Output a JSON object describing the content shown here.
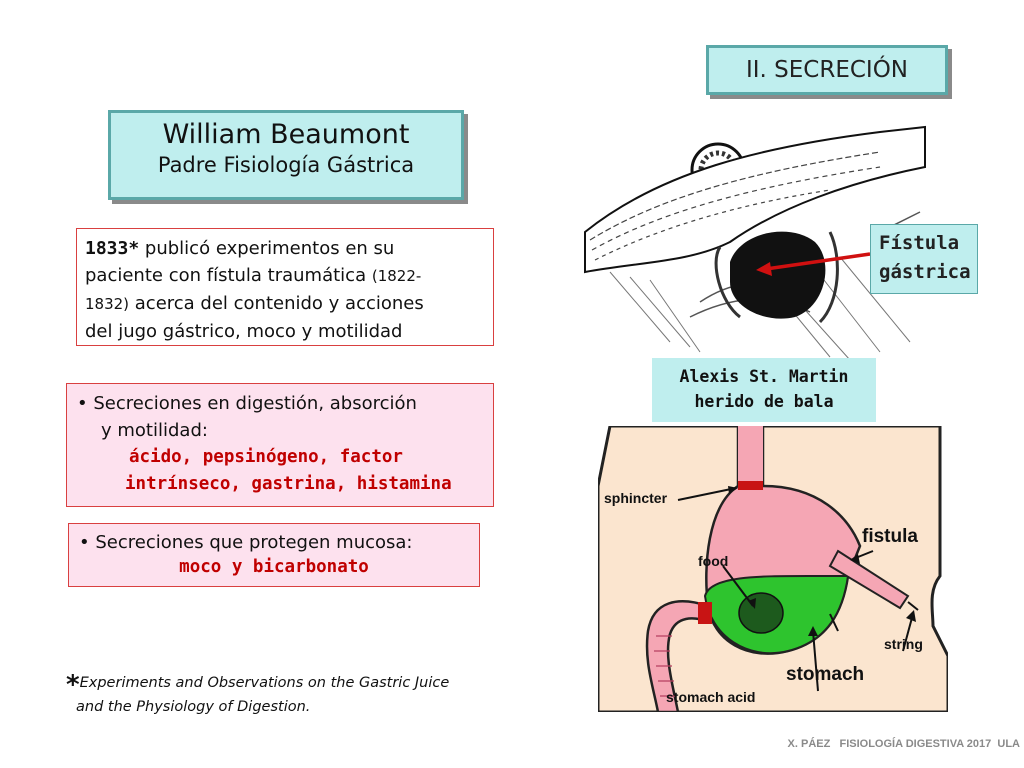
{
  "section_tag": "II. SECRECIÓN",
  "title": {
    "name": "William Beaumont",
    "subtitle": "Padre Fisiología Gástrica"
  },
  "history": {
    "year": "1833*",
    "text_1": "publicó experimentos en su",
    "text_2": "paciente con fístula traumática",
    "years_a": "(1822-",
    "years_b": "1832)",
    "text_3": "acerca del contenido y acciones",
    "text_4": "del jugo gástrico, moco y motilidad"
  },
  "digestive_secretions": {
    "bullet": "•",
    "line_1": "Secreciones en digestión,  absorción",
    "line_2": "y motilidad:",
    "red_1": "ácido, pepsinógeno, factor",
    "red_2": "intrínseco, gastrina, histamina"
  },
  "protective_secretions": {
    "bullet": "•",
    "line_1": "Secreciones que protegen mucosa:",
    "red_1": "moco y bicarbonato"
  },
  "footnote": {
    "star": "*",
    "line_1": "Experiments and Observations on the Gastric Juice",
    "line_2": "and the Physiology of Digestion."
  },
  "fistula_label": {
    "line_1": "Fístula",
    "line_2": "gástrica"
  },
  "patient_caption": {
    "line_1": "Alexis St. Martin",
    "line_2": "herido de bala"
  },
  "diagram_labels": {
    "sphincter": "sphincter",
    "food": "food",
    "fistula": "fistula",
    "string": "string",
    "stomach": "stomach",
    "stomach_acid": "stomach acid"
  },
  "footer": "X. PÁEZ   FISIOLOGÍA DIGESTIVA 2017  ULA",
  "colors": {
    "cyan_fill": "#bfeeee",
    "pink_fill": "#fde1ee",
    "red_text": "#c00000",
    "stomach_pink": "#f5a6b4",
    "acid_green": "#2ec42e"
  }
}
